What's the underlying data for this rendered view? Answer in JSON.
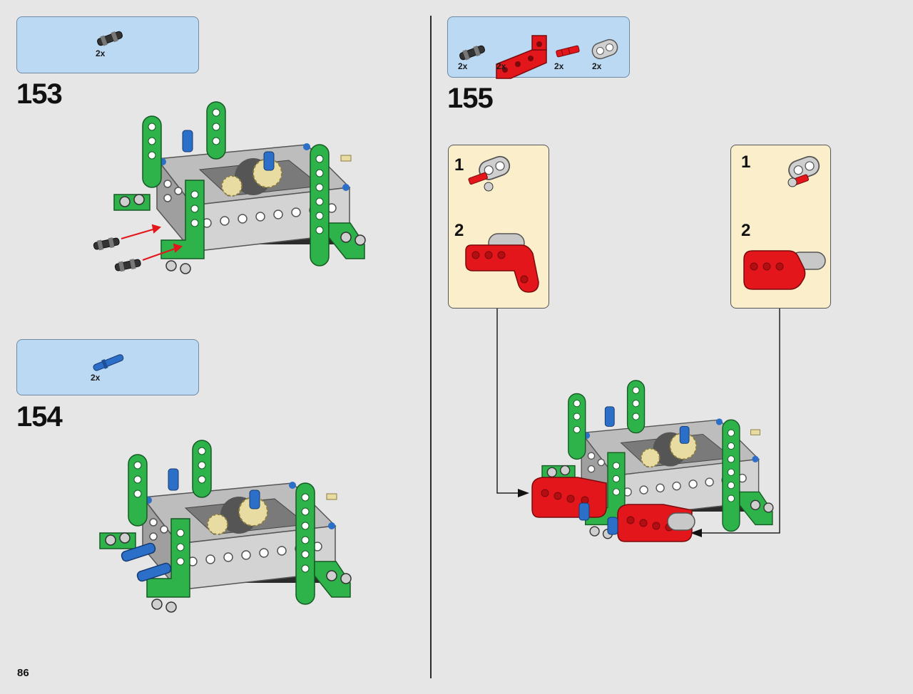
{
  "page": {
    "number": "86"
  },
  "steps": [
    {
      "number": "153",
      "parts": [
        {
          "part": "black-friction-pin-icon",
          "qty": "2x"
        }
      ]
    },
    {
      "number": "154",
      "parts": [
        {
          "part": "blue-axle-pin-icon",
          "qty": "2x"
        }
      ]
    },
    {
      "number": "155",
      "parts": [
        {
          "part": "black-friction-pin-icon",
          "qty": "2x"
        },
        {
          "part": "red-l-beam-icon",
          "qty": "2x"
        },
        {
          "part": "red-axle-icon",
          "qty": "2x"
        },
        {
          "part": "grey-beam-icon",
          "qty": "2x"
        }
      ],
      "substeps_left": [
        {
          "number": "1"
        },
        {
          "number": "2"
        }
      ],
      "substeps_right": [
        {
          "number": "1"
        },
        {
          "number": "2"
        }
      ]
    }
  ],
  "colors": {
    "background": "#e6e6e6",
    "parts_box": "#bcd9f3",
    "substep_box": "#fbeeca",
    "green_beam": "#2db34a",
    "red_beam": "#e3161b",
    "blue_pin": "#2c6fc8",
    "grey_frame": "#b9b9b9",
    "tan_gear": "#e8dca3"
  }
}
